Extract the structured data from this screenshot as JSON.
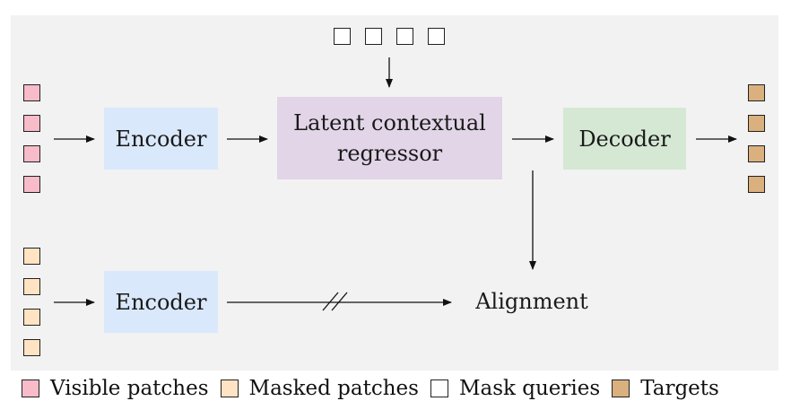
{
  "colors": {
    "panel": "#f2f2f2",
    "encoder": "#dae8fc",
    "regressor": "#e1d5e7",
    "decoder": "#d5e8d4",
    "visible_patch": "#f8bbca",
    "masked_patch": "#ffe3c2",
    "mask_query": "#ffffff",
    "target": "#d9b07e"
  },
  "blocks": {
    "encoder_top": "Encoder",
    "regressor_line1": "Latent contextual",
    "regressor_line2": "regressor",
    "decoder": "Decoder",
    "encoder_bottom": "Encoder",
    "alignment": "Alignment"
  },
  "legend": [
    {
      "label": "Visible patches",
      "color": "#f8bbca"
    },
    {
      "label": "Masked patches",
      "color": "#ffe3c2"
    },
    {
      "label": "Mask queries",
      "color": "#ffffff"
    },
    {
      "label": "Targets",
      "color": "#d9b07e"
    }
  ]
}
